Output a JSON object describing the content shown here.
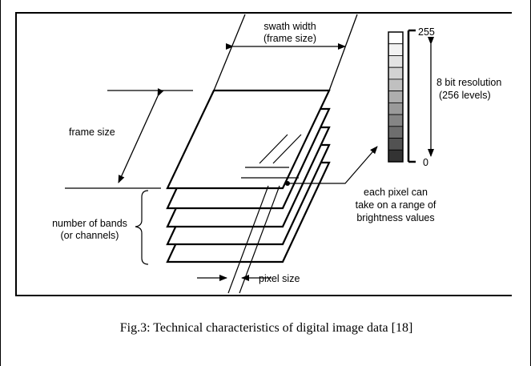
{
  "labels": {
    "swath_width_line1": "swath width",
    "swath_width_line2": "(frame size)",
    "frame_size": "frame size",
    "bands_line1": "number of bands",
    "bands_line2": "(or channels)",
    "pixel_size": "pixel size",
    "pixel_note_line1": "each pixel can",
    "pixel_note_line2": "take on a range of",
    "pixel_note_line3": "brightness values",
    "scale_max": "255",
    "scale_min": "0",
    "resolution_line1": "8 bit resolution",
    "resolution_line2": "(256 levels)"
  },
  "grayscale": [
    "#ffffff",
    "#f2f2f2",
    "#e3e3e3",
    "#d2d2d2",
    "#c0c0c0",
    "#aeaeae",
    "#9a9a9a",
    "#858585",
    "#6e6e6e",
    "#525252",
    "#333333"
  ],
  "caption": "Fig.3: Technical characteristics of digital image data [18]"
}
